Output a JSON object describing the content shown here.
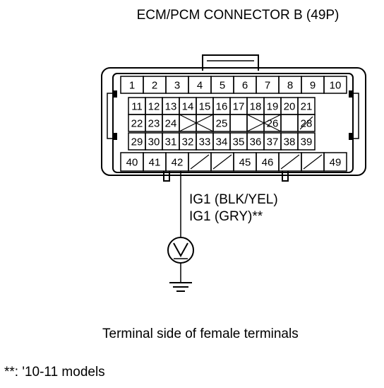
{
  "diagram": {
    "title": "ECM/PCM CONNECTOR B (49P)",
    "wire_label_1": "IG1 (BLK/YEL)",
    "wire_label_2": "IG1 (GRY)**",
    "caption": "Terminal side of female terminals",
    "footnote": "**: '10-11 models",
    "meter_symbol": "V",
    "probed_pin": "42",
    "pin_rows": [
      [
        "1",
        "2",
        "3",
        "4",
        "5",
        "6",
        "7",
        "8",
        "9",
        "10"
      ],
      [
        "11",
        "12",
        "13",
        "14",
        "15",
        "16",
        "17",
        "18",
        "19",
        "20",
        "21"
      ],
      [
        "22",
        "23",
        "24",
        "",
        "",
        "25",
        "",
        "",
        "26",
        "",
        "28"
      ],
      [
        "29",
        "30",
        "31",
        "32",
        "33",
        "34",
        "35",
        "36",
        "37",
        "38",
        "39"
      ],
      [
        "40",
        "41",
        "42",
        "",
        "",
        "45",
        "46",
        "",
        "",
        "49"
      ]
    ]
  }
}
